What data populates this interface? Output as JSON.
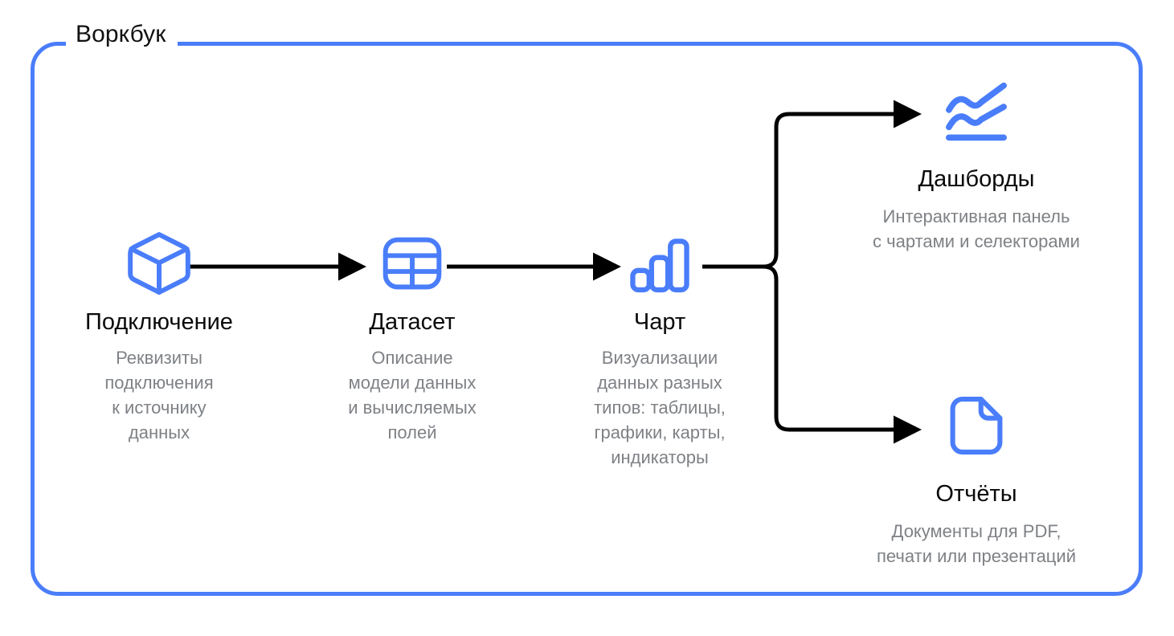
{
  "colors": {
    "accent": "#4a7dfa",
    "title_text": "#0a0a0a",
    "desc_text": "#7e8185",
    "arrow": "#000000",
    "background": "#ffffff"
  },
  "frame": {
    "title": "Воркбук"
  },
  "nodes": [
    {
      "id": "connection",
      "icon": "cube-icon",
      "title": "Подключение",
      "description": "Реквизиты\nподключения\nк источнику\nданных"
    },
    {
      "id": "dataset",
      "icon": "table-icon",
      "title": "Датасет",
      "description": "Описание\nмодели данных\nи вычисляемых\nполей"
    },
    {
      "id": "chart",
      "icon": "bar-chart-icon",
      "title": "Чарт",
      "description": "Визуализации\nданных разных\nтипов: таблицы,\nграфики, карты,\nиндикаторы"
    },
    {
      "id": "dashboard",
      "icon": "line-chart-icon",
      "title": "Дашборды",
      "description": "Интерактивная панель\nс чартами и селекторами"
    },
    {
      "id": "report",
      "icon": "document-icon",
      "title": "Отчёты",
      "description": "Документы для PDF,\nпечати или презентаций"
    }
  ],
  "connectors": [
    {
      "id": "connection-to-dataset",
      "from": "connection",
      "to": "dataset",
      "style": "straight-arrow"
    },
    {
      "id": "dataset-to-chart",
      "from": "dataset",
      "to": "chart",
      "style": "straight-arrow"
    },
    {
      "id": "chart-to-dashboard",
      "from": "chart",
      "to": "dashboard",
      "style": "elbow-arrow-up"
    },
    {
      "id": "chart-to-report",
      "from": "chart",
      "to": "report",
      "style": "elbow-arrow-down"
    }
  ]
}
